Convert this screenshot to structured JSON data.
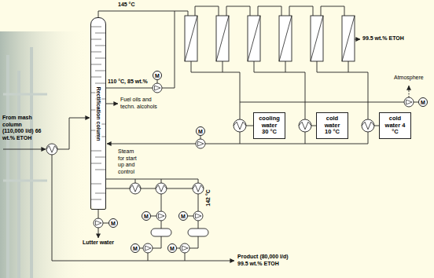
{
  "diagram": {
    "nodes": [
      {
        "text": [
          "Rectification column"
        ]
      },
      {
        "text": [
          "M"
        ]
      },
      {
        "text": [
          "M"
        ]
      },
      {
        "text": [
          "cooling water 30 °C"
        ]
      },
      {
        "text": [
          "cold water 10 °C"
        ]
      },
      {
        "text": [
          "cold water 4 °C"
        ]
      },
      {
        "text": [
          "M"
        ]
      },
      {
        "text": [
          "M"
        ]
      },
      {
        "text": [
          "M"
        ]
      },
      {
        "text": [
          "M"
        ]
      },
      {
        "text": [
          "M"
        ]
      },
      {
        "text": [
          "M"
        ]
      }
    ],
    "labels": [
      "145 °C",
      "110 °C, 85 wt.%",
      "From mash column (110,000 l/d) 66 wt.% ETOH",
      "Fuel oils and techn. alcohols",
      "99.5 wt.% ETOH",
      "Atmosphere",
      "Steam for start up and control",
      "142 °C",
      "Lutter water",
      "Product (80,000 l/d) 99.5 wt.% ETOH"
    ]
  }
}
